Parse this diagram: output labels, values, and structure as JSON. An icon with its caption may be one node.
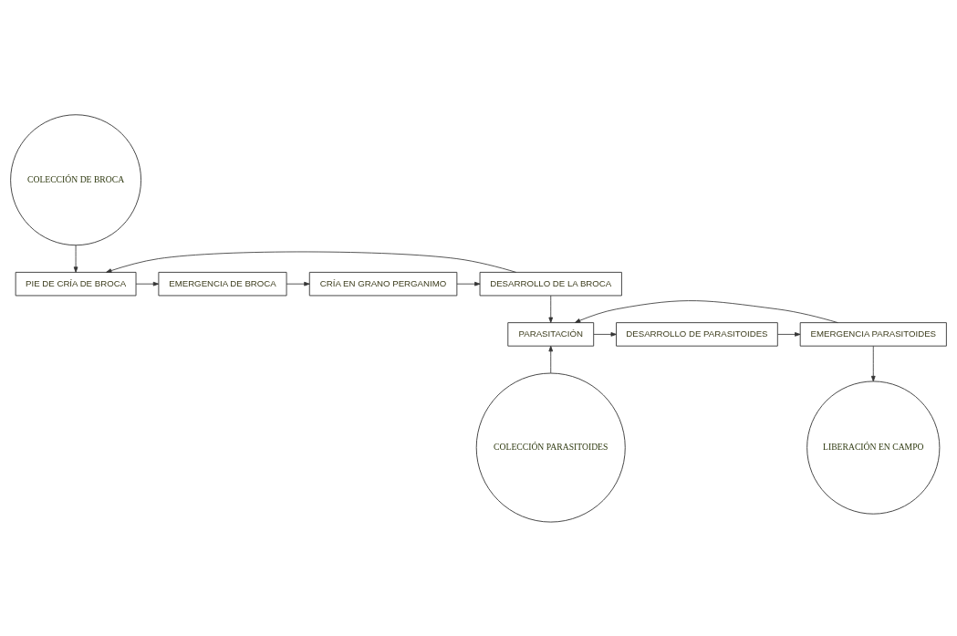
{
  "diagram": {
    "nodes": [
      {
        "text": [
          "COLECCIÓN DE BROCA"
        ]
      },
      {
        "text": [
          "PIE DE CRÍA DE BROCA"
        ]
      },
      {
        "text": [
          "EMERGENCIA DE BROCA"
        ]
      },
      {
        "text": [
          "CRÍA EN GRANO PERGANIMO"
        ]
      },
      {
        "text": [
          "DESARROLLO DE LA BROCA"
        ]
      },
      {
        "text": [
          "PARASITACIÓN"
        ]
      },
      {
        "text": [
          "DESARROLLO DE PARASITOIDES"
        ]
      },
      {
        "text": [
          "EMERGENCIA PARASITOIDES"
        ]
      },
      {
        "text": [
          "LIBERACIÓN EN CAMPO"
        ]
      },
      {
        "text": [
          "COLECCIÓN PARASITOIDES"
        ]
      }
    ],
    "edges": [
      {
        "from": 0,
        "to": 1,
        "arrow": "to"
      },
      {
        "from": 1,
        "to": 2,
        "arrow": "to"
      },
      {
        "from": 2,
        "to": 3,
        "arrow": "to"
      },
      {
        "from": 3,
        "to": 4,
        "arrow": "to"
      },
      {
        "from": 4,
        "to": 1,
        "arrow": "to"
      },
      {
        "from": 4,
        "to": 5,
        "arrow": "to"
      },
      {
        "from": 5,
        "to": 6,
        "arrow": "to"
      },
      {
        "from": 6,
        "to": 7,
        "arrow": "to"
      },
      {
        "from": 7,
        "to": 8,
        "arrow": "to"
      },
      {
        "from": 7,
        "to": 5,
        "arrow": "to"
      },
      {
        "from": 9,
        "to": 5,
        "arrow": "to"
      }
    ]
  }
}
